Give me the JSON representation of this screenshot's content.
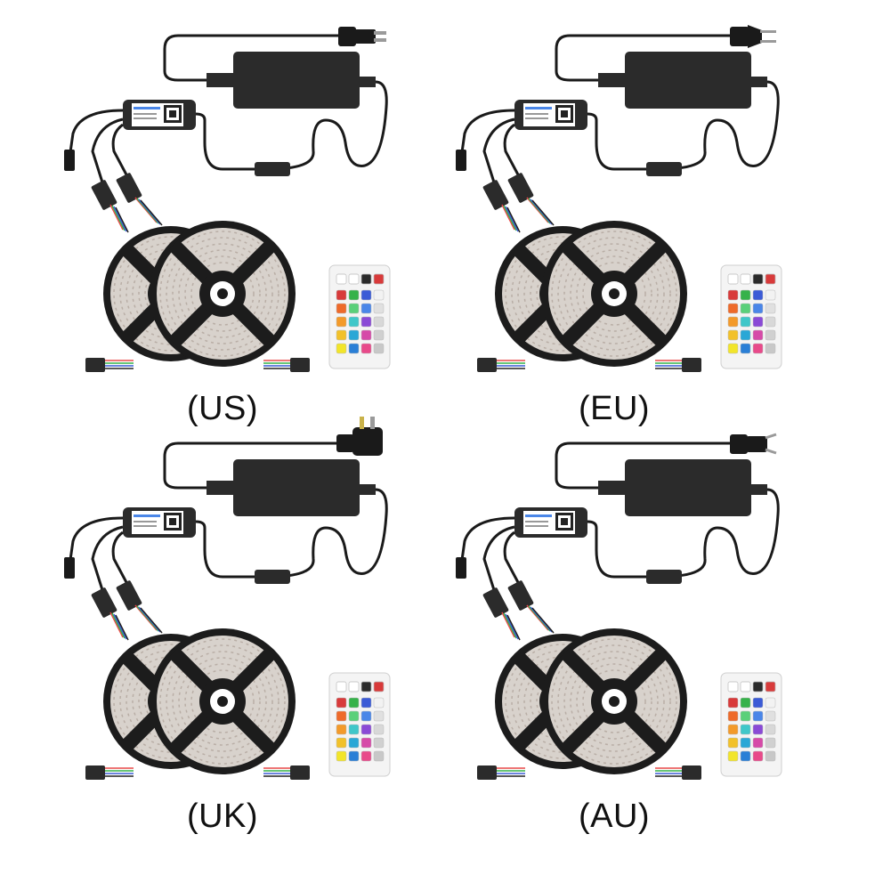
{
  "variants": [
    {
      "label": "(US)",
      "plug": "us-plug"
    },
    {
      "label": "(EU)",
      "plug": "eu-plug"
    },
    {
      "label": "(UK)",
      "plug": "uk-plug"
    },
    {
      "label": "(AU)",
      "plug": "au-plug"
    }
  ],
  "colors": {
    "cable": "#1a1a1a",
    "device": "#2b2b2b",
    "reel": "#1c1c1c",
    "strip": "#d8d2cc",
    "remote_body": "#f4f4f4"
  },
  "remote_button_colors": [
    "#d83a3a",
    "#36b24a",
    "#3b5bd6",
    "#f2f2f2",
    "#ee6a2a",
    "#5ad07a",
    "#4a86e8",
    "#e0e0e0",
    "#f39a2a",
    "#3fc7c9",
    "#8a4ad6",
    "#d8d8d8",
    "#f2c12a",
    "#2aa7d6",
    "#d64aa8",
    "#d0d0d0",
    "#f2e52a",
    "#2a7fd6",
    "#e84a8a",
    "#c8c8c8"
  ]
}
